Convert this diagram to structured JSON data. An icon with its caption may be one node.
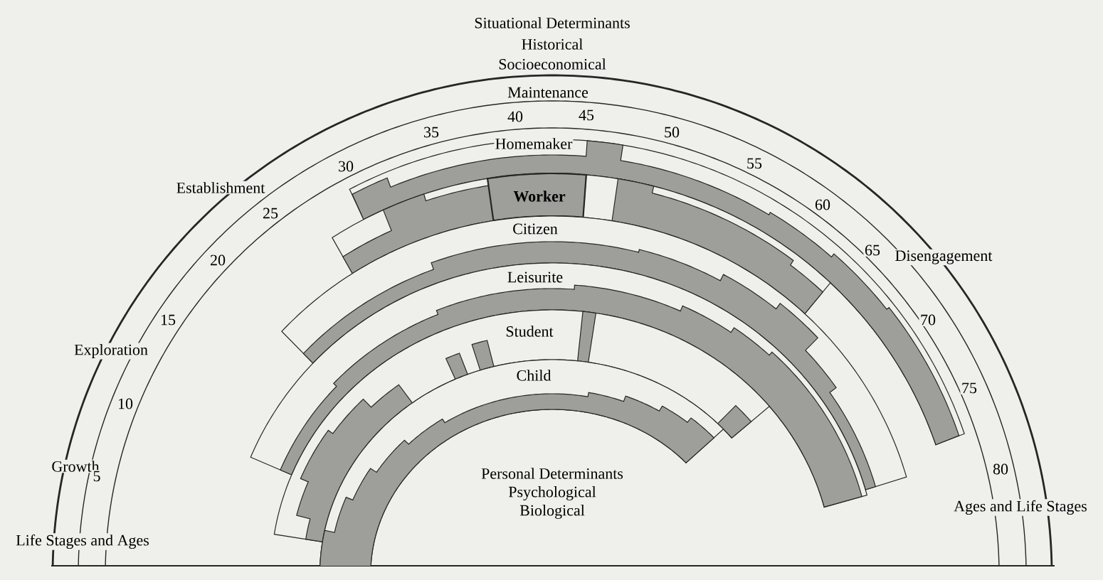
{
  "diagram": {
    "nodes": [
      {
        "text": [
          "Homemaker"
        ]
      },
      {
        "text": [
          "Worker"
        ]
      },
      {
        "text": [
          "Citizen"
        ]
      },
      {
        "text": [
          "Leisurite"
        ]
      },
      {
        "text": [
          "Student"
        ]
      },
      {
        "text": [
          "Child"
        ]
      }
    ],
    "labels": [
      "Situational Determinants",
      "Historical",
      "Socioeconomical",
      "Maintenance",
      "40",
      "45",
      "35",
      "50",
      "30",
      "55",
      "Establishment",
      "60",
      "25",
      "20",
      "65",
      "Disengagement",
      "15",
      "70",
      "Exploration",
      "75",
      "10",
      "Growth",
      "5",
      "Personal Determinants",
      "80",
      "Psychological",
      "Biological",
      "Ages and Life Stages",
      "Life Stages and Ages"
    ]
  }
}
